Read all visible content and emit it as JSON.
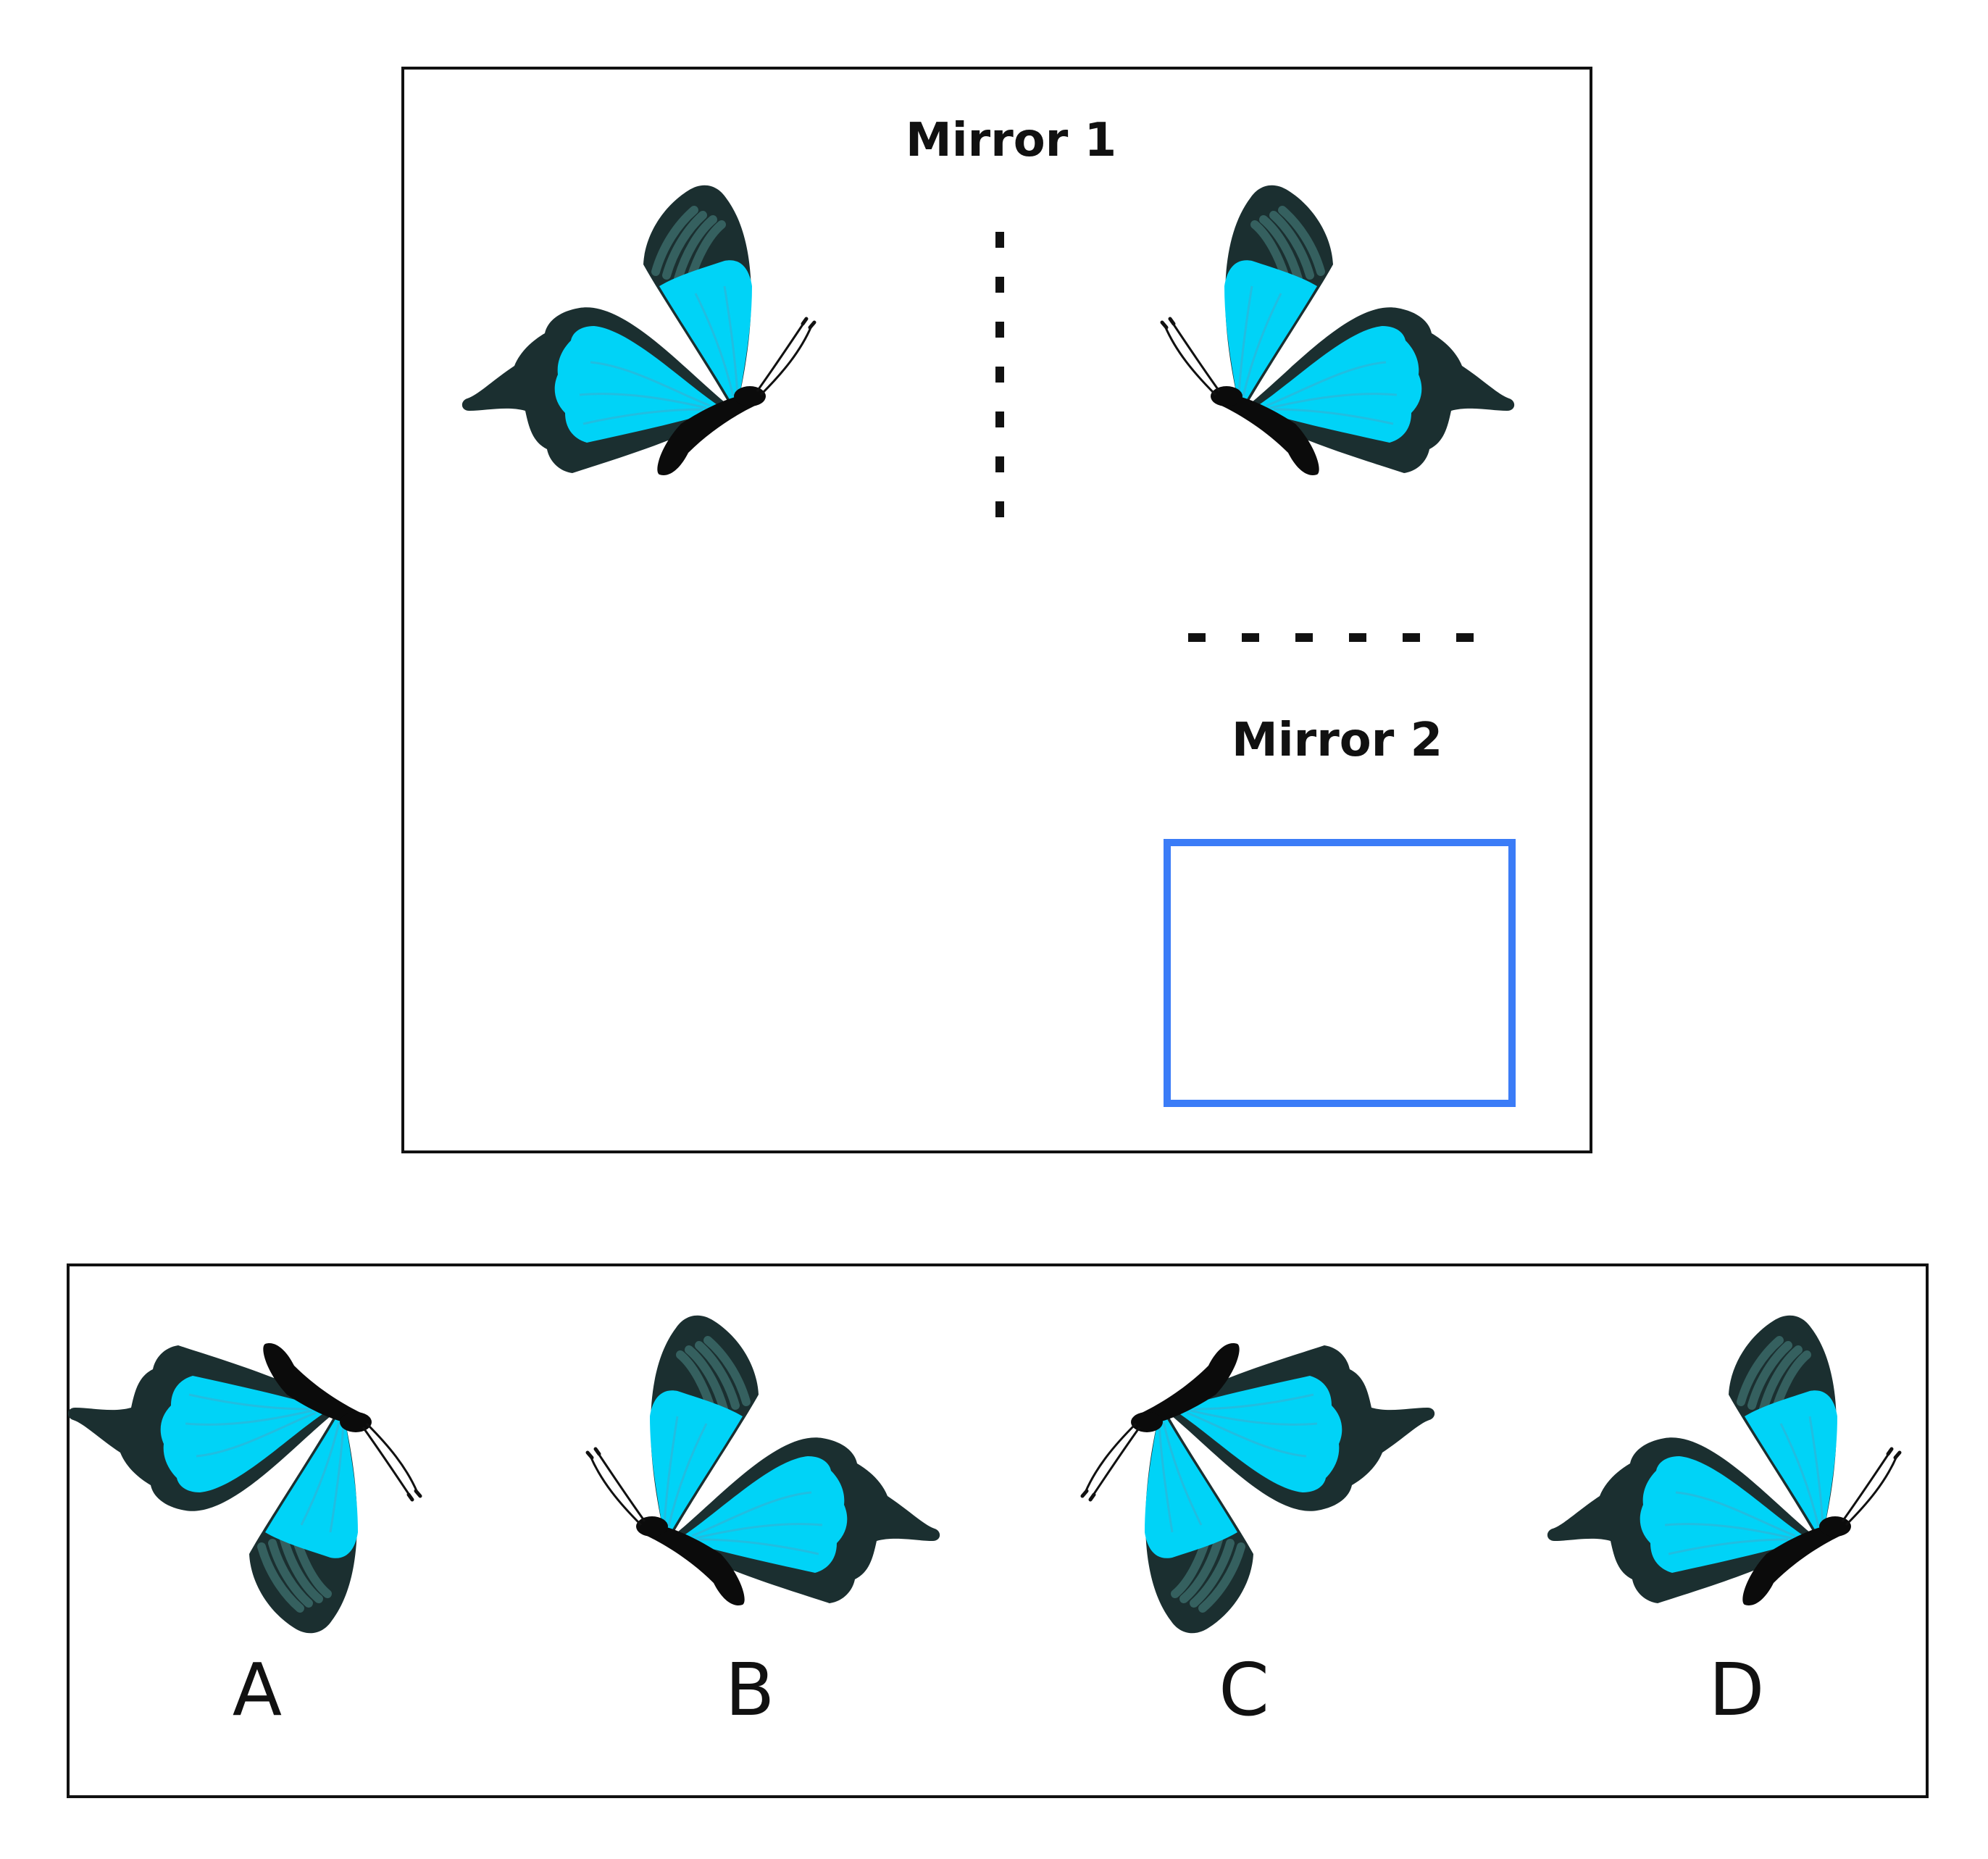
{
  "puzzle": {
    "mirror1_label": "Mirror 1",
    "mirror2_label": "Mirror 2",
    "answer_box_color": "#3b7cf7"
  },
  "options": [
    {
      "label": "A"
    },
    {
      "label": "B"
    },
    {
      "label": "C"
    },
    {
      "label": "D"
    }
  ],
  "colors": {
    "wing_blue": "#00d3f7",
    "wing_dark": "#1b2f30",
    "wing_stripe": "#35605f",
    "body": "#0b0b0b",
    "outline": "#111111"
  }
}
